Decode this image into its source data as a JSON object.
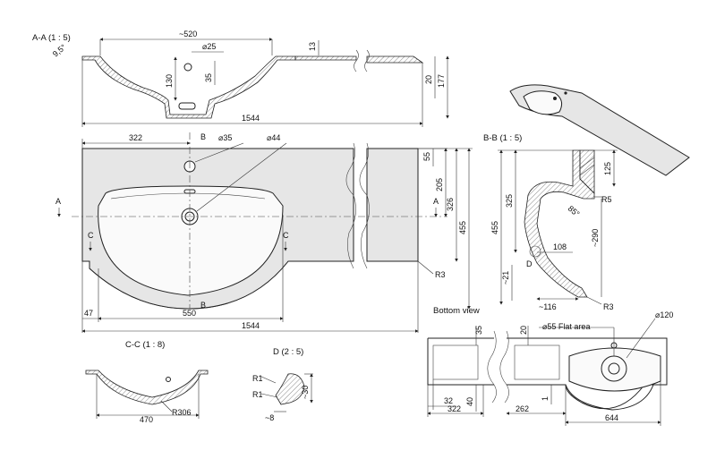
{
  "views": {
    "section_aa": {
      "title": "A-A (1 : 5)",
      "angle": "9,5°",
      "dims": [
        "~520",
        "⌀25",
        "13",
        "130",
        "35",
        "20",
        "177",
        "1544"
      ]
    },
    "section_bb": {
      "title": "B-B (1 : 5)",
      "dims": [
        "125",
        "325",
        "455",
        "R5",
        "85°",
        "108",
        "~290",
        "~21",
        "D",
        "~116",
        "R3"
      ]
    },
    "section_cc": {
      "title": "C-C (1 : 8)",
      "dims": [
        "470",
        "R306"
      ]
    },
    "detail_d": {
      "title": "D (2 : 5)",
      "dims": [
        "R1",
        "R1",
        "~30",
        "~8"
      ]
    },
    "top_view": {
      "dims": [
        "322",
        "⌀35",
        "⌀44",
        "55",
        "205",
        "326",
        "455",
        "R3",
        "47",
        "550",
        "1544"
      ],
      "section_markers": {
        "a": "A",
        "b": "B",
        "c": "C"
      }
    },
    "bottom_view": {
      "title": "Bottom view",
      "dims": [
        "35",
        "20",
        "⌀55 Flat area",
        "⌀120",
        "1",
        "32",
        "322",
        "40",
        "262",
        "644"
      ]
    }
  }
}
